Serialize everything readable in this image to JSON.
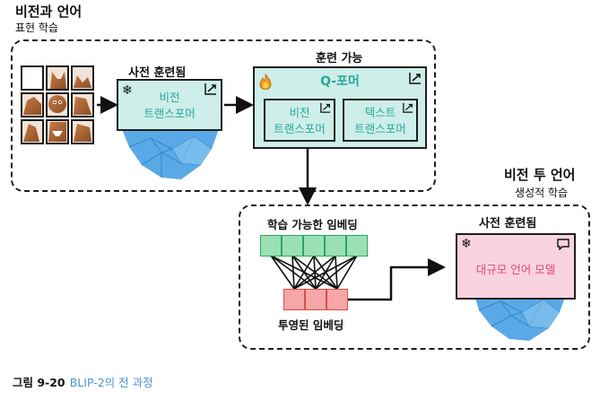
{
  "top_title": "비전과 언어",
  "top_subtitle": "표현 학습",
  "pretrained_label_1": "사전 훈련됨",
  "vision_transformer_1": "비전\n트랜스포머",
  "trainable_label": "훈련 가능",
  "qformer_title": "Q-포머",
  "qformer_vision": "비전\n트랜스포머",
  "qformer_text": "텍스트\n트랜스포머",
  "bottom_title": "비전 투 언어",
  "bottom_subtitle": "생성적 학습",
  "learnable_embedding": "학습 가능한 임베딩",
  "projected_embedding": "투영된 임베딩",
  "pretrained_label_2": "사전 훈련됨",
  "llm_label": "대규모 언어 모델",
  "caption_number": "그림 9-20",
  "caption_text": "BLIP-2의 전 과정",
  "colors": {
    "teal_fill": "#cdeee9",
    "teal_text": "#2aa79a",
    "pink_fill": "#f9d3e0",
    "pink_text": "#e0457e",
    "green_cell": "#9be0b4",
    "red_cell": "#f6a6a6",
    "iceberg": "#5aa9e6"
  },
  "icons": [
    "snowflake-icon",
    "fire-icon",
    "trend-arrow-icon",
    "speech-bubble-icon",
    "cat-image-grid"
  ]
}
